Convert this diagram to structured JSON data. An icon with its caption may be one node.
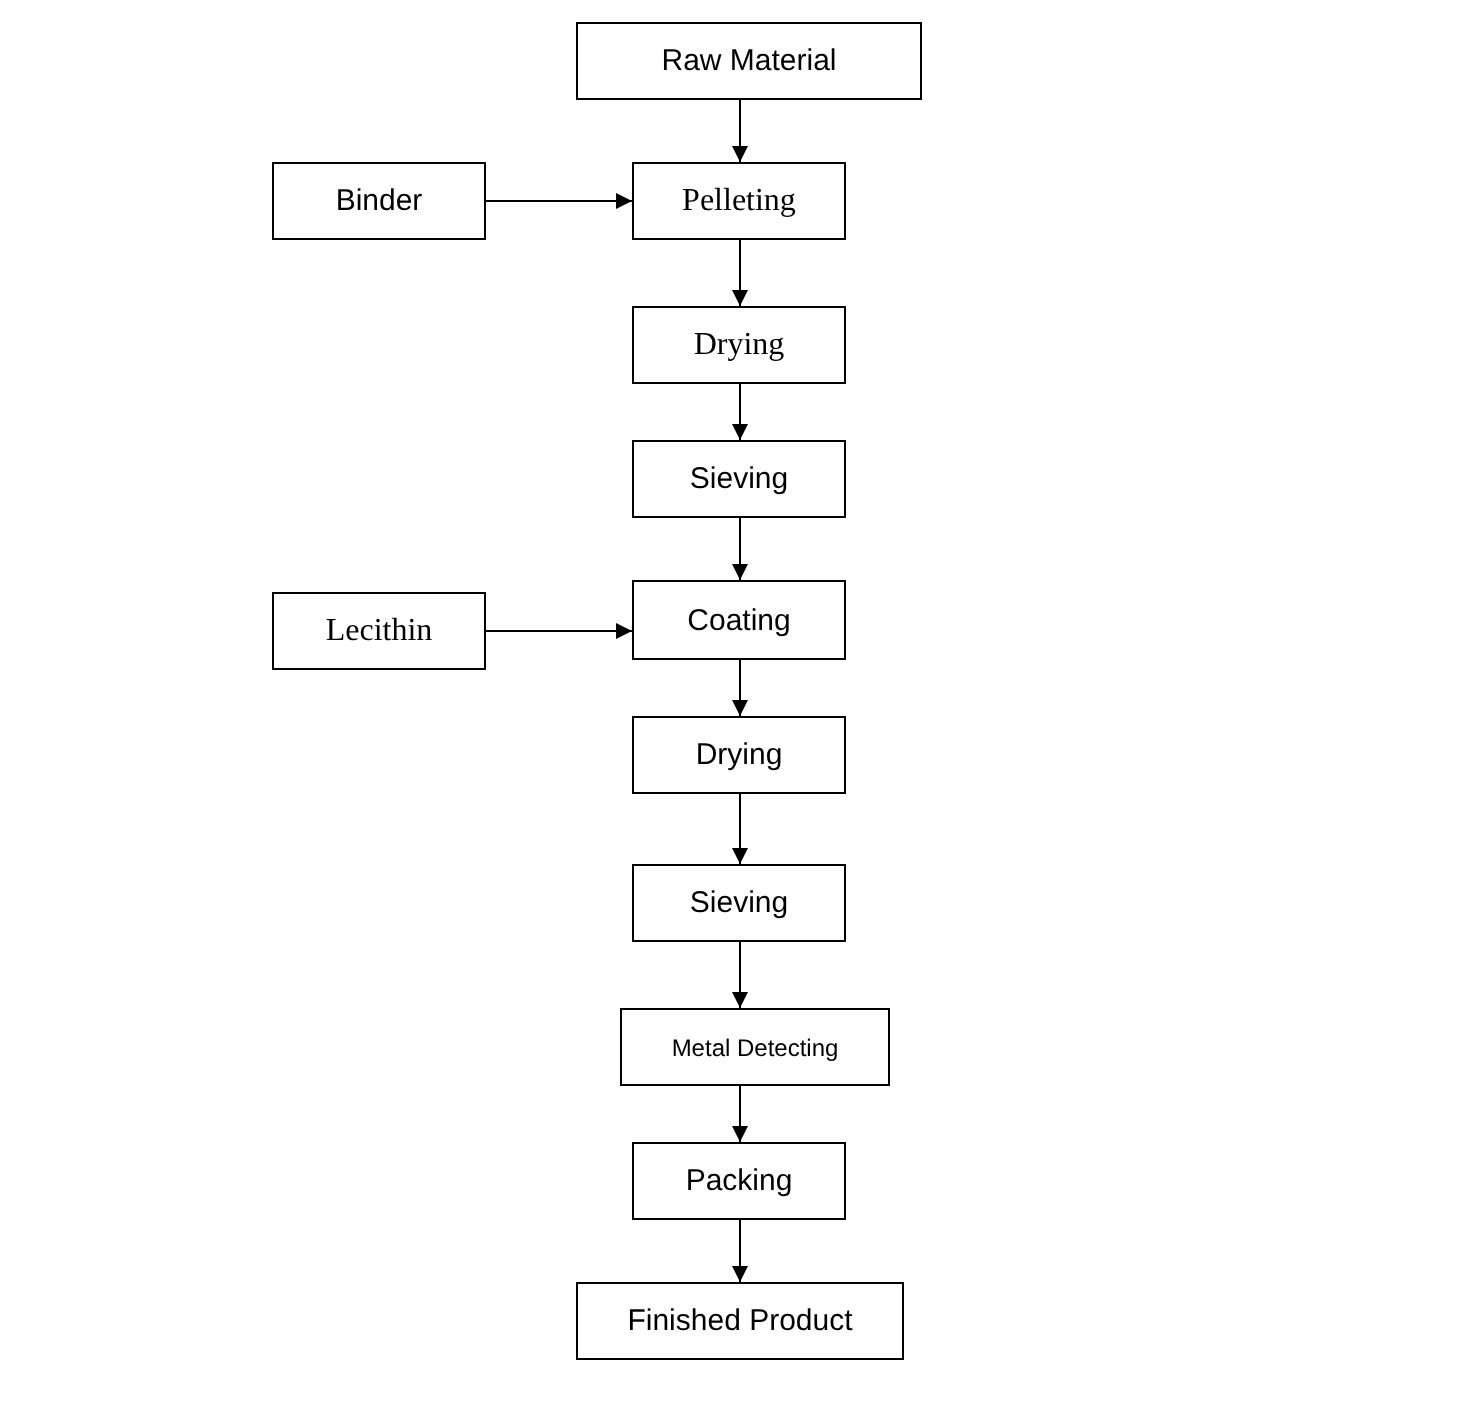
{
  "diagram": {
    "nodes": [
      {
        "text": [
          "Raw Material"
        ]
      },
      {
        "text": [
          "Binder"
        ]
      },
      {
        "text": [
          "Pelleting"
        ]
      },
      {
        "text": [
          "Drying"
        ]
      },
      {
        "text": [
          "Sieving"
        ]
      },
      {
        "text": [
          "Lecithin"
        ]
      },
      {
        "text": [
          "Coating"
        ]
      },
      {
        "text": [
          "Drying"
        ]
      },
      {
        "text": [
          "Sieving"
        ]
      },
      {
        "text": [
          "Metal Detecting"
        ]
      },
      {
        "text": [
          "Packing"
        ]
      },
      {
        "text": [
          "Finished Product"
        ]
      }
    ],
    "edges": [
      {
        "from": 0,
        "to": 2,
        "arrow": "to"
      },
      {
        "from": 1,
        "to": 2,
        "arrow": "to"
      },
      {
        "from": 2,
        "to": 3,
        "arrow": "to"
      },
      {
        "from": 3,
        "to": 4,
        "arrow": "to"
      },
      {
        "from": 4,
        "to": 6,
        "arrow": "to"
      },
      {
        "from": 5,
        "to": 6,
        "arrow": "to"
      },
      {
        "from": 6,
        "to": 7,
        "arrow": "to"
      },
      {
        "from": 7,
        "to": 8,
        "arrow": "to"
      },
      {
        "from": 8,
        "to": 9,
        "arrow": "to"
      },
      {
        "from": 9,
        "to": 10,
        "arrow": "to"
      },
      {
        "from": 10,
        "to": 11,
        "arrow": "to"
      }
    ]
  }
}
